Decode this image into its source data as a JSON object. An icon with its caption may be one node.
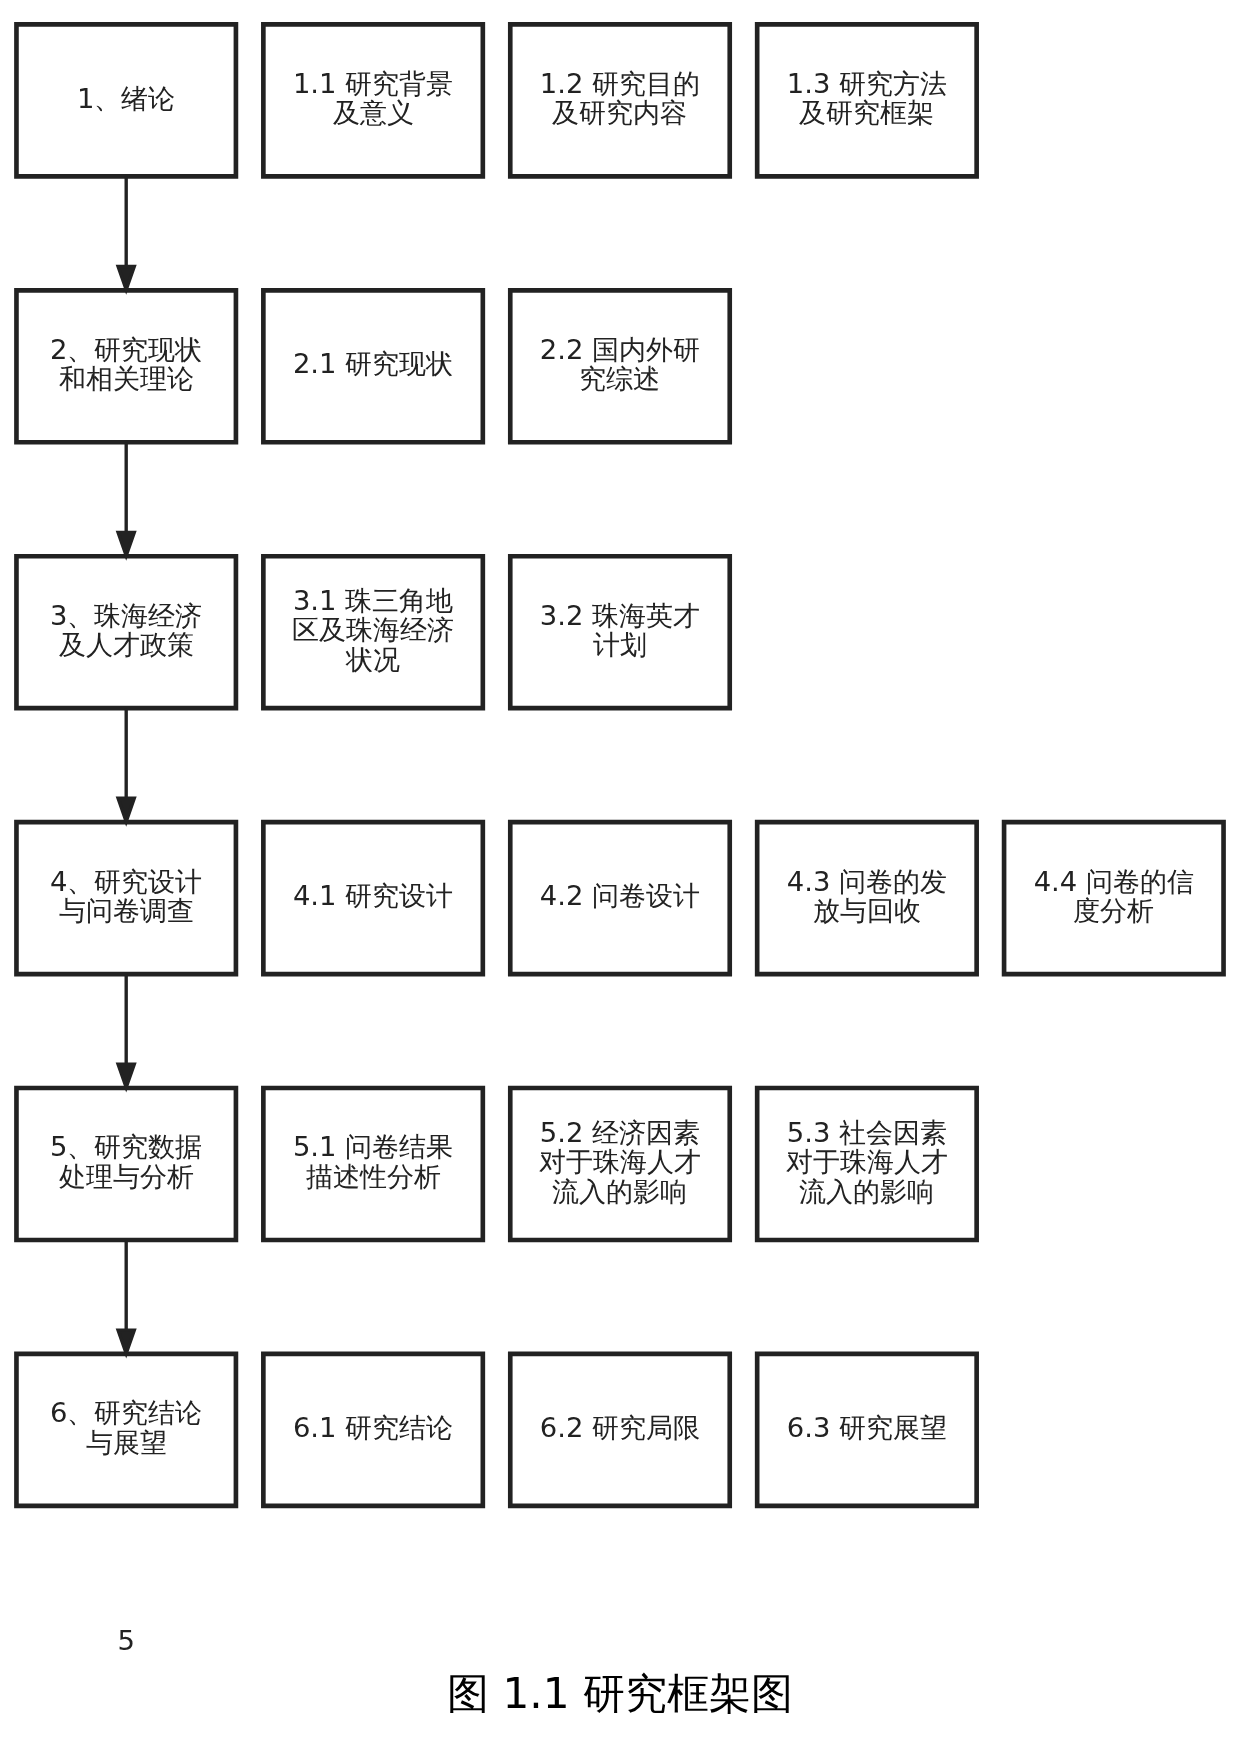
{
  "diagram": {
    "caption": "图 1.1 研究框架图",
    "nodes": [
      {
        "text": [
          "1、绪论"
        ]
      },
      {
        "text": [
          "1.1 研究背景及意义"
        ]
      },
      {
        "text": [
          "1.2 研究目的及研究内容"
        ]
      },
      {
        "text": [
          "1.3 研究方法及研究框架"
        ]
      },
      {
        "text": [
          "2、研究现状和相关理论"
        ]
      },
      {
        "text": [
          "2.1 研究现状"
        ]
      },
      {
        "text": [
          "2.2 国内外研究综述"
        ]
      },
      {
        "text": [
          "3、珠海经济及人才政策"
        ]
      },
      {
        "text": [
          "3.1 珠三角地区及珠海经济状况"
        ]
      },
      {
        "text": [
          "3.2 珠海英才计划"
        ]
      },
      {
        "text": [
          "4、研究设计与问卷调查"
        ]
      },
      {
        "text": [
          "4.1 研究设计"
        ]
      },
      {
        "text": [
          "4.2 问卷设计"
        ]
      },
      {
        "text": [
          "4.3 问卷的发放与回收"
        ]
      },
      {
        "text": [
          "4.4 问卷的信度分析"
        ]
      },
      {
        "text": [
          "5、研究数据处理与分析"
        ]
      },
      {
        "text": [
          "5.1 问卷结果描述性分析"
        ]
      },
      {
        "text": [
          "5.2 经济因素对于珠海人才流入的影响"
        ]
      },
      {
        "text": [
          "5.3 社会因素对于珠海人才流入的影响"
        ]
      },
      {
        "text": [
          "6、研究结论与展望"
        ]
      },
      {
        "text": [
          "6.1 研究结论"
        ]
      },
      {
        "text": [
          "6.2 研究局限"
        ]
      },
      {
        "text": [
          "6.3 研究展望"
        ]
      }
    ],
    "edges": [
      {
        "from": 0,
        "to": 4,
        "arrow": "to"
      },
      {
        "from": 4,
        "to": 7,
        "arrow": "to"
      },
      {
        "from": 7,
        "to": 10,
        "arrow": "to"
      },
      {
        "from": 10,
        "to": 15,
        "arrow": "to"
      },
      {
        "from": 15,
        "to": 19,
        "arrow": "to"
      }
    ],
    "labels": [
      "5"
    ]
  }
}
